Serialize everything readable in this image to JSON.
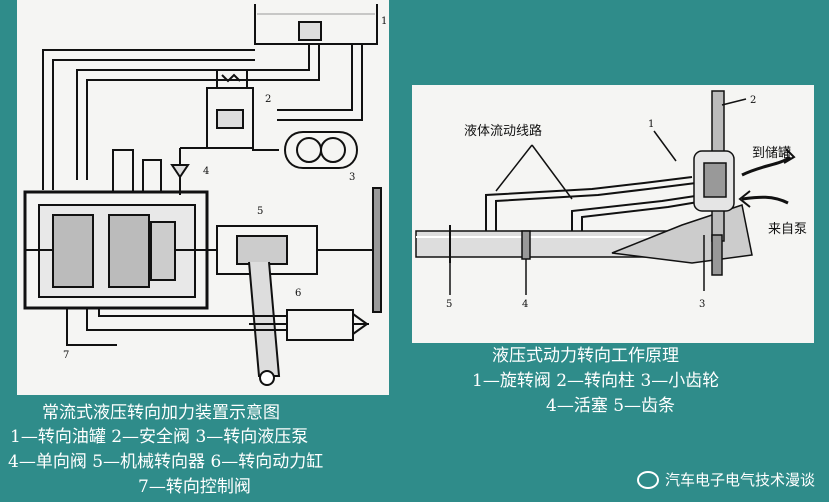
{
  "left": {
    "caption_title": "常流式液压转向加力装置示意图",
    "caption_lines": [
      "1—转向油罐 2—安全阀  3—转向液压泵",
      "4—单向阀  5—机械转向器 6—转向动力缸",
      "7—转向控制阀"
    ],
    "numbers": [
      "1",
      "2",
      "3",
      "4",
      "5",
      "6",
      "7"
    ]
  },
  "right": {
    "flow_label": "液体流动线路",
    "to_reservoir": "到储罐",
    "from_pump": "来自泵",
    "numbers": [
      "1",
      "2",
      "3",
      "4",
      "5"
    ],
    "caption_title": "液压式动力转向工作原理",
    "caption_lines": [
      "1—旋转阀 2—转向柱 3—小齿轮",
      "4—活塞 5—齿条"
    ]
  },
  "watermark": "汽车电子电气技术漫谈",
  "colors": {
    "background": "#2f8c8a",
    "panel": "#f5f5f3",
    "line": "#111111"
  }
}
